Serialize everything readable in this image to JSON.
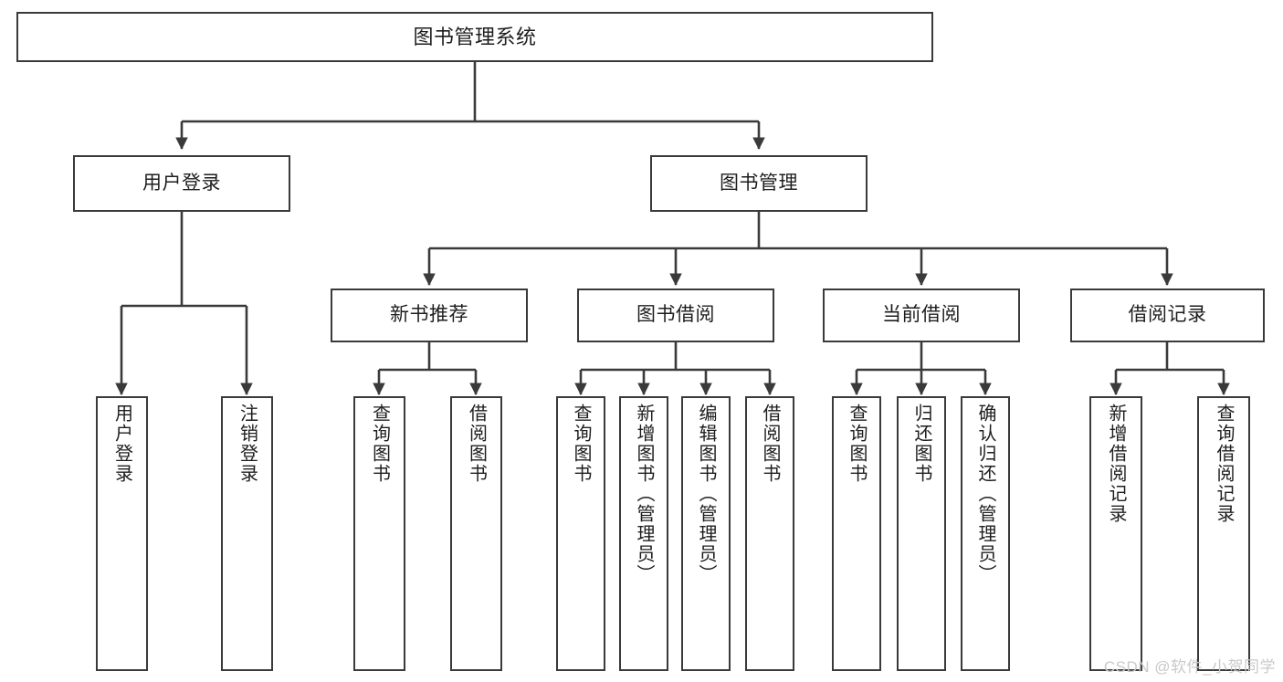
{
  "diagram": {
    "type": "tree-hierarchy",
    "title": "图书管理系统",
    "orientation": "top-down",
    "colors": {
      "background": "#ffffff",
      "box_border": "#3a3a3a",
      "box_fill": "#ffffff",
      "text": "#1e1e1e",
      "edge": "#3a3a3a",
      "watermark": "#c9c9c9"
    }
  },
  "watermark": {
    "text": "CSDN @软件_小贺同学"
  },
  "nodes": {
    "root": {
      "label": "图书管理系统"
    },
    "level1": [
      {
        "id": "user-login",
        "label": "用户登录"
      },
      {
        "id": "book-manage",
        "label": "图书管理"
      }
    ],
    "level2": [
      {
        "id": "new-book-recommend",
        "label": "新书推荐"
      },
      {
        "id": "book-borrow",
        "label": "图书借阅"
      },
      {
        "id": "current-borrow",
        "label": "当前借阅"
      },
      {
        "id": "borrow-record",
        "label": "借阅记录"
      }
    ],
    "leaves": {
      "user_login": [
        {
          "id": "leaf-user-login",
          "label": "用户登录"
        },
        {
          "id": "leaf-logout-login",
          "label": "注销登录"
        }
      ],
      "new_book_recommend": [
        {
          "id": "leaf-query-book-1",
          "label": "查询图书"
        },
        {
          "id": "leaf-borrow-book-1",
          "label": "借阅图书"
        }
      ],
      "book_borrow": [
        {
          "id": "leaf-query-book-2",
          "label": "查询图书"
        },
        {
          "id": "leaf-add-book",
          "label": "新增图书（管理员）"
        },
        {
          "id": "leaf-edit-book",
          "label": "编辑图书（管理员）"
        },
        {
          "id": "leaf-borrow-book-2",
          "label": "借阅图书"
        }
      ],
      "current_borrow": [
        {
          "id": "leaf-query-book-3",
          "label": "查询图书"
        },
        {
          "id": "leaf-return-book",
          "label": "归还图书"
        },
        {
          "id": "leaf-confirm-return",
          "label": "确认归还（管理员）"
        }
      ],
      "borrow_record": [
        {
          "id": "leaf-add-record",
          "label": "新增借阅记录"
        },
        {
          "id": "leaf-query-record",
          "label": "查询借阅记录"
        }
      ]
    }
  }
}
